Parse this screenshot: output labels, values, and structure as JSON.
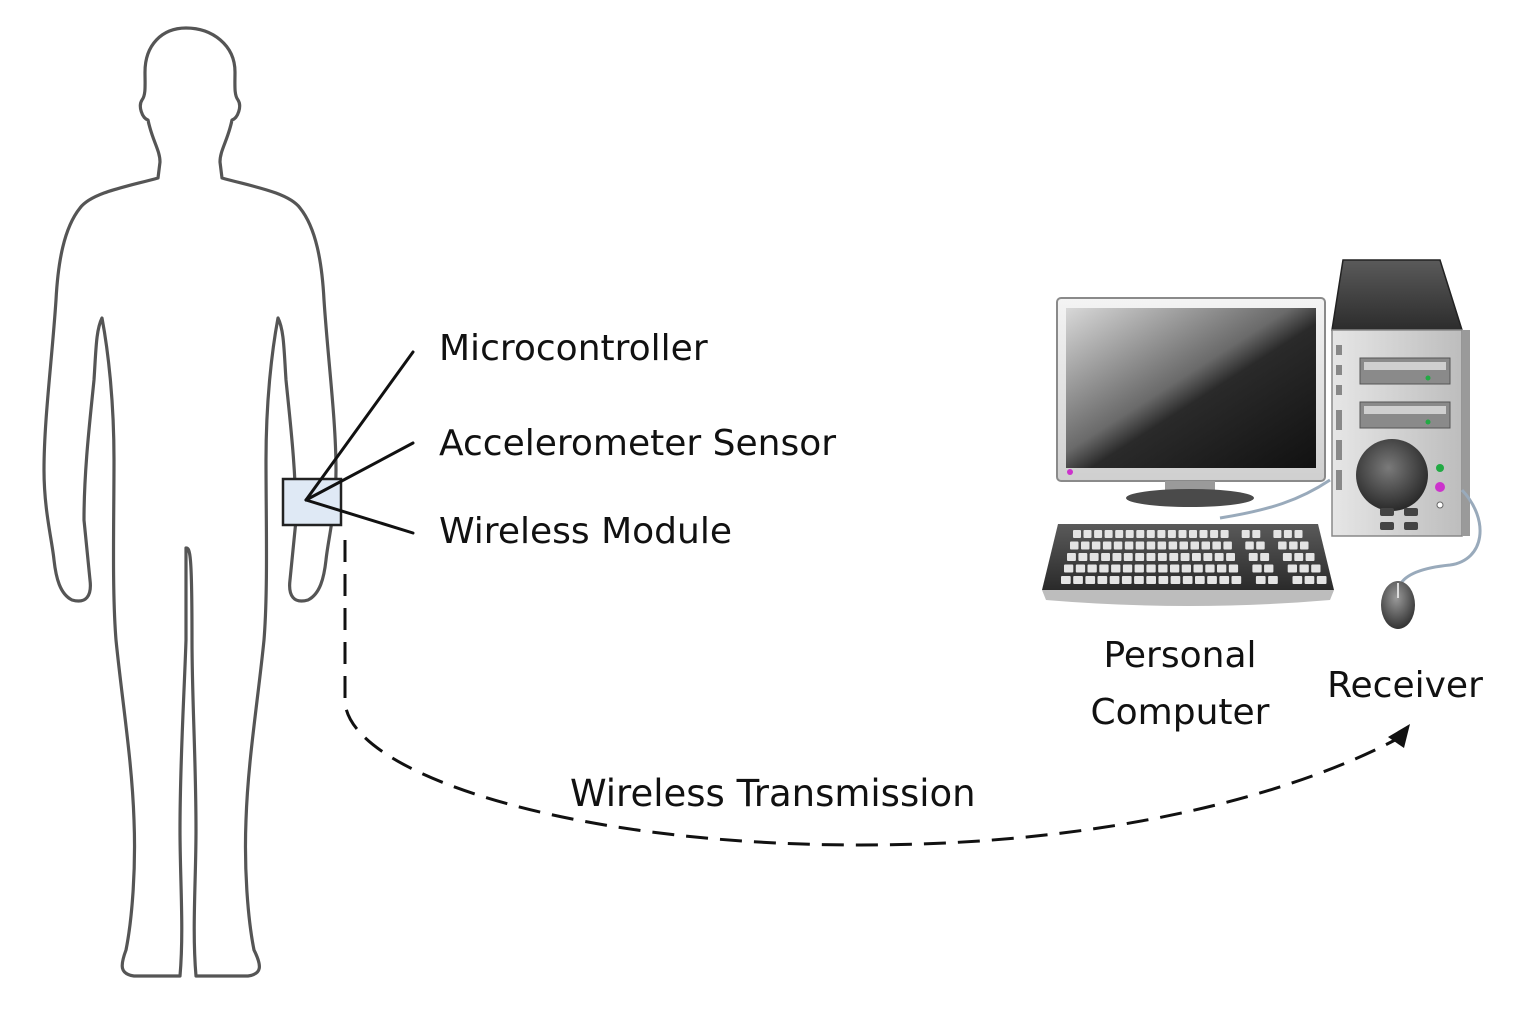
{
  "labels": {
    "microcontroller": "Microcontroller",
    "accelerometer": "Accelerometer Sensor",
    "wireless_module": "Wireless Module",
    "personal_computer_line1": "Personal",
    "personal_computer_line2": "Computer",
    "receiver": "Receiver",
    "wireless_transmission": "Wireless Transmission"
  },
  "icons": {
    "body": "human-body-outline-icon",
    "device": "wearable-device-box",
    "computer": "desktop-computer-icon",
    "monitor": "monitor-icon",
    "tower": "computer-tower-icon",
    "keyboard": "keyboard-icon",
    "mouse": "mouse-icon"
  },
  "colors": {
    "outline": "#555555",
    "device_fill": "#dfe9f5",
    "device_stroke": "#222222",
    "arrow": "#111111",
    "led_green": "#22aa44",
    "led_magenta": "#cc33cc"
  }
}
